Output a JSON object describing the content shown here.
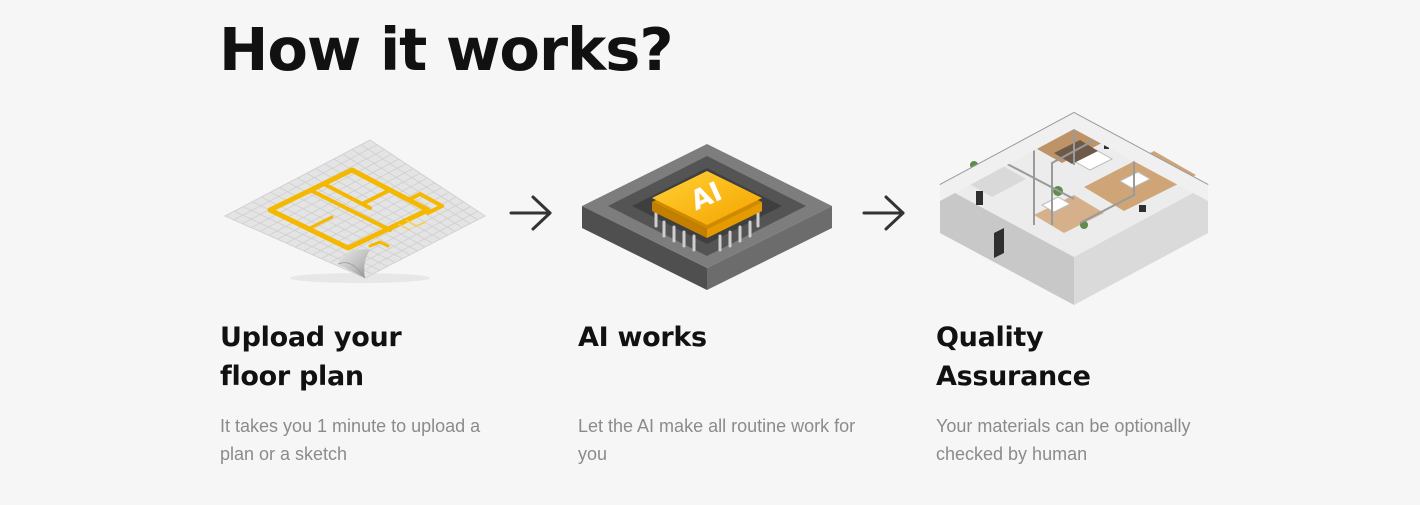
{
  "section": {
    "title": "How it works?"
  },
  "steps": [
    {
      "title": "Upload your\nfloor plan",
      "description": "It takes you 1 minute to upload a plan or a sketch",
      "illustration": "floor-plan-sheet"
    },
    {
      "title": "AI works",
      "description": "Let the AI make all routine work for you",
      "illustration": "ai-chip",
      "chip_label": "AI"
    },
    {
      "title": "Quality\nAssurance",
      "description": "Your materials can be optionally checked by human",
      "illustration": "isometric-apartment"
    }
  ],
  "connectors": [
    "arrow-right-icon",
    "arrow-right-icon"
  ],
  "colors": {
    "background": "#f6f6f6",
    "heading": "#111111",
    "body_text": "#8b8b8b",
    "accent": "#f5b800",
    "arrow": "#333333"
  }
}
